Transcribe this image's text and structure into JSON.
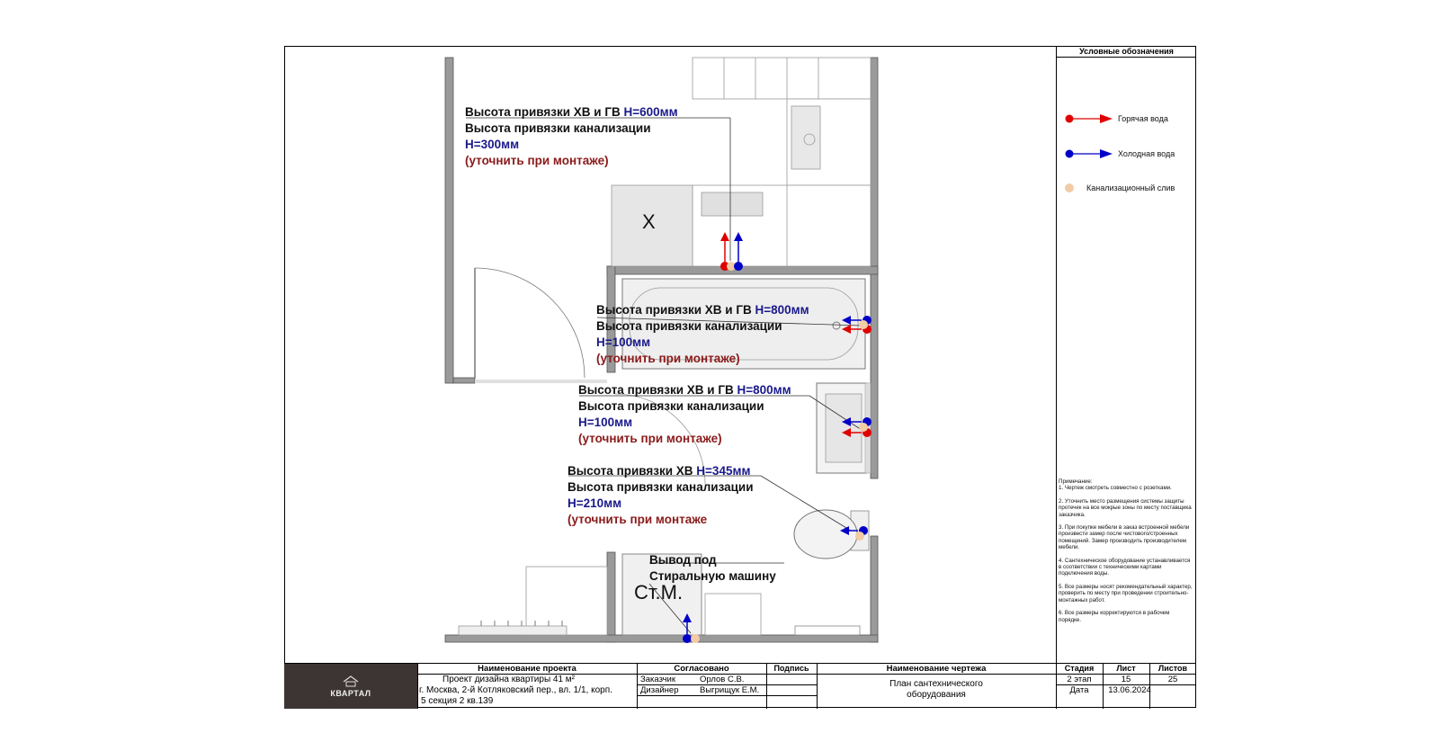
{
  "notes_on_plan": [
    {
      "line1_prefix": "Высота привязки ХВ и ГВ ",
      "line1_value": "Н=600мм",
      "line2": "Высота привязки канализации",
      "line3": "Н=300мм",
      "line4": "(уточнить при монтаже)"
    },
    {
      "line1_prefix": "Высота привязки ХВ и ГВ ",
      "line1_value": "Н=800мм",
      "line2": "Высота привязки канализации",
      "line3": "Н=100мм",
      "line4": "(уточнить при монтаже)"
    },
    {
      "line1_prefix": "Высота привязки ХВ и ГВ ",
      "line1_value": "Н=800мм",
      "line2": "Высота привязки канализации",
      "line3": "Н=100мм",
      "line4": "(уточнить при монтаже)"
    },
    {
      "line1_prefix": "Высота привязки ХВ ",
      "line1_value": "Н=345мм",
      "line2": "Высота привязки канализации",
      "line3": "Н=210мм",
      "line4": "(уточнить при монтаже"
    }
  ],
  "washer_note": {
    "line1": "Вывод под",
    "line2": "Стиральную машину"
  },
  "plan_labels": {
    "fridge": "Х",
    "washer": "Ст.М."
  },
  "legend": {
    "title": "Условные обозначения",
    "items": [
      {
        "label": "Горячая вода",
        "color": "#e00000"
      },
      {
        "label": "Холодная вода",
        "color": "#0000c8"
      },
      {
        "label": "Канализационный слив",
        "color": "#f3cba5"
      }
    ]
  },
  "remarks": {
    "title": "Примечание:",
    "items": [
      "1. Чертеж смотреть совместно с розетками.",
      "2. Уточнить место размещения системы защиты протечек на все мокрые зоны по месту поставщика заказчика.",
      "3. При покупке мебели в заказ встроенной мебели произвести замер после чистового/строенных помещений. Замер производить производителем мебели.",
      "4. Сантехническое оборудование устанавливается в соответствии с техническими картами подключения воды.",
      "5. Все размеры носят рекомендательный характер, проверить по месту при проведении строительно-монтажных работ.",
      "6. Все размеры корректируются в рабочем порядке."
    ]
  },
  "title_block": {
    "logo": "КВАРТАЛ",
    "project_header": "Наименование проекта",
    "project_line1": "Проект дизайна квартиры 41 м²",
    "project_line2": "г. Москва, 2-й Котляковский пер., вл. 1/1, корп.",
    "project_line3": "5 секция 2 кв.139",
    "agreed_header": "Согласовано",
    "signature_header": "Подпись",
    "role1": "Заказчик",
    "name1": "Орлов С.В.",
    "role2": "Дизайнер",
    "name2": "Выгрищук Е.М.",
    "drawing_header": "Наименование чертежа",
    "drawing_line1": "План сантехнического",
    "drawing_line2": "оборудования",
    "stage_header": "Стадия",
    "sheet_header": "Лист",
    "sheets_header": "Листов",
    "stage_value": "2 этап",
    "sheet_value": "15",
    "sheets_value": "25",
    "date_label": "Дата",
    "date_value": "13.06.2024"
  }
}
